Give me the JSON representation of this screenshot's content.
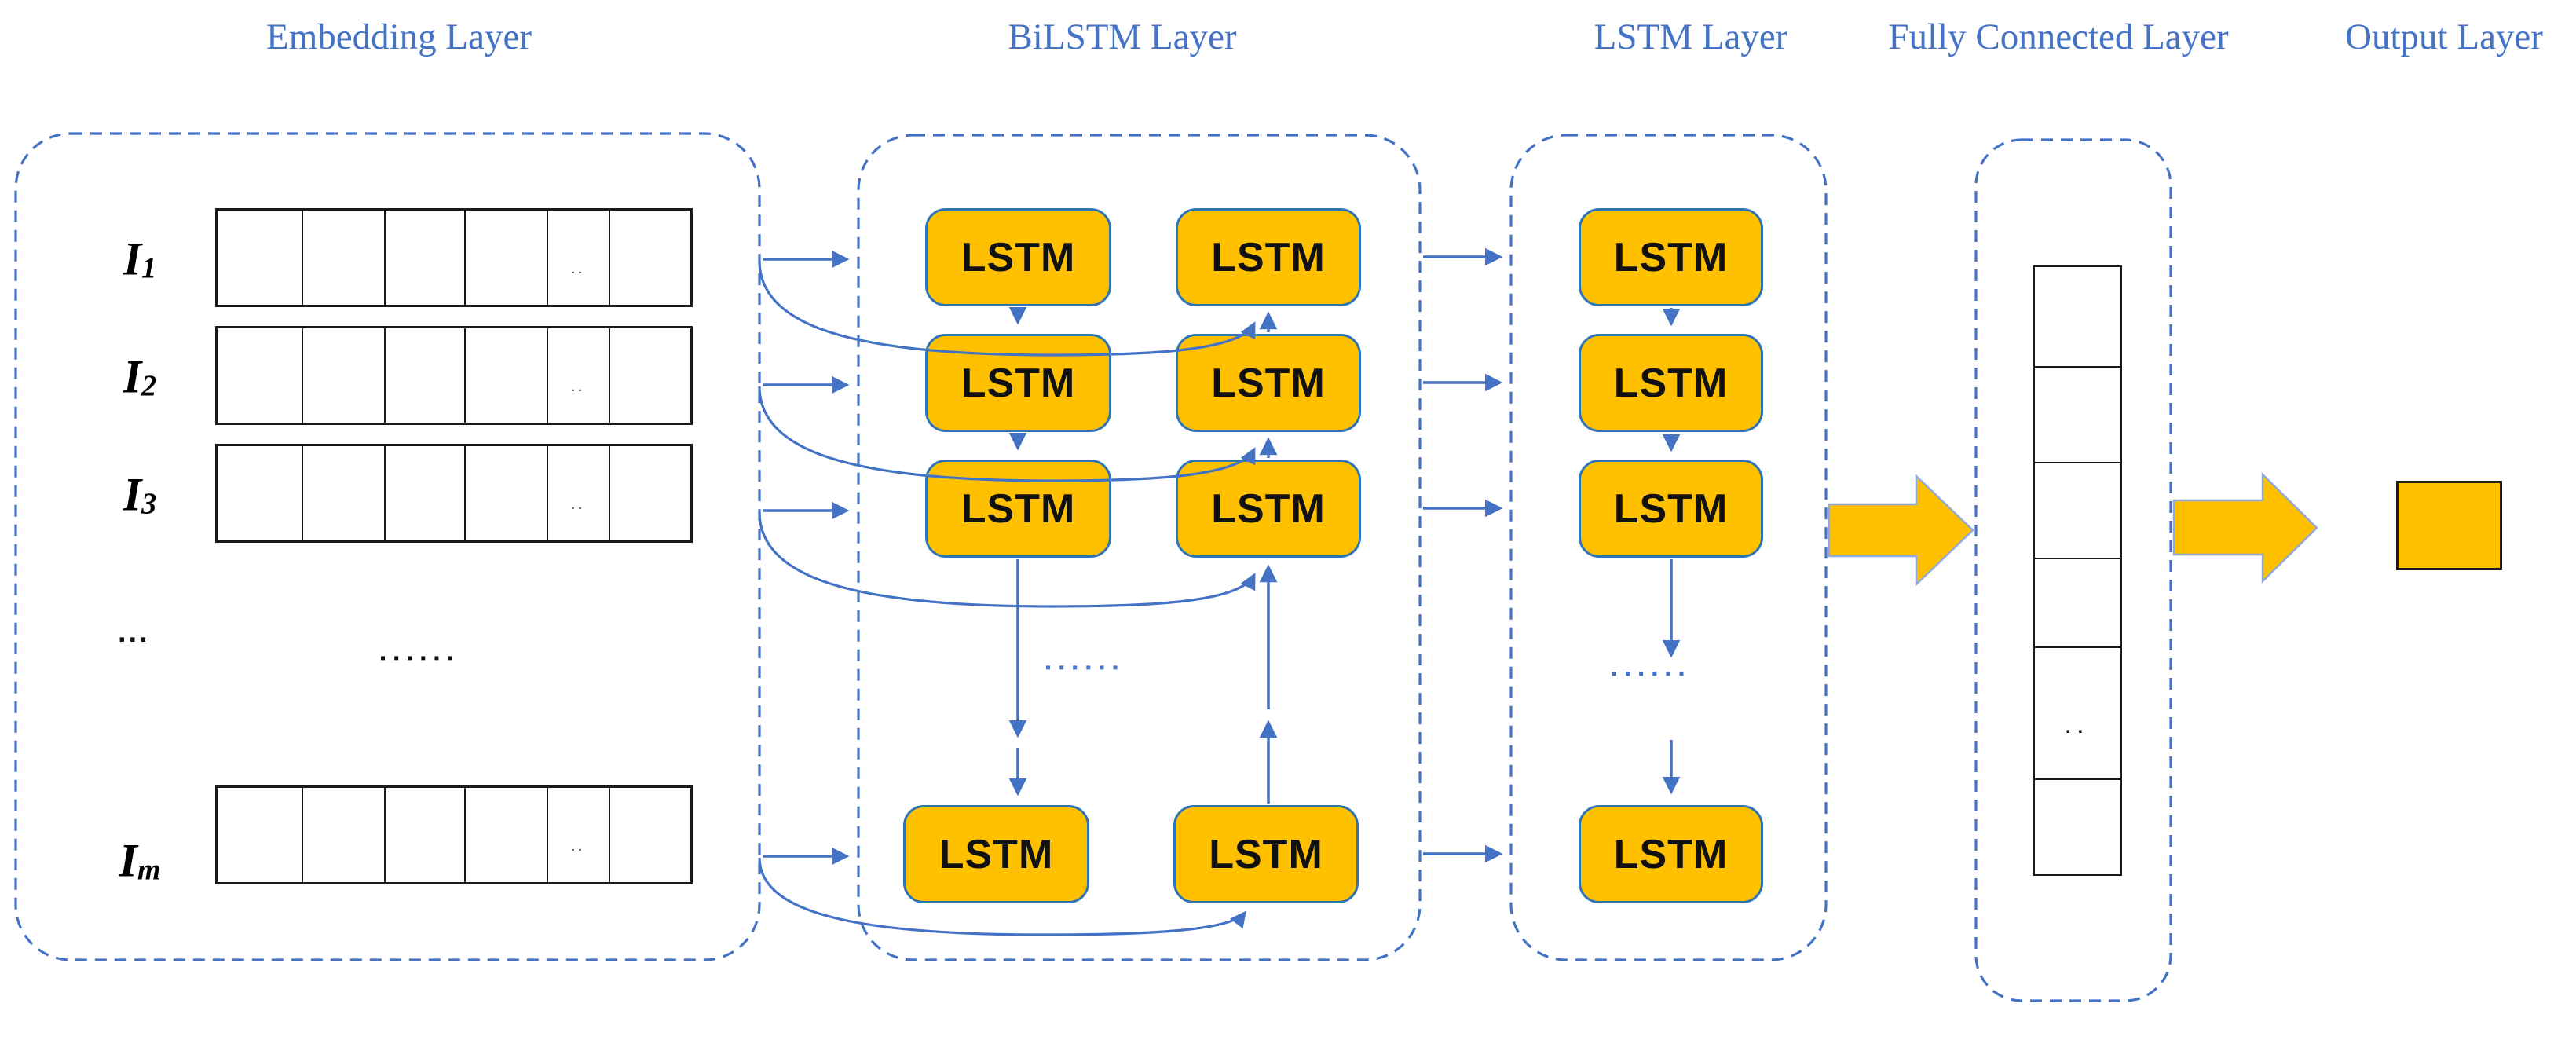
{
  "titles": {
    "embedding": "Embedding Layer",
    "bilstm": "BiLSTM Layer",
    "lstm": "LSTM Layer",
    "fully_connected": "Fully Connected Layer",
    "output": "Output Layer"
  },
  "embedding": {
    "rows": [
      {
        "base": "I",
        "sub": "1",
        "cell_dots": ".."
      },
      {
        "base": "I",
        "sub": "2",
        "cell_dots": ".."
      },
      {
        "base": "I",
        "sub": "3",
        "cell_dots": ".."
      },
      {
        "base": "I",
        "sub": "m",
        "cell_dots": ".."
      }
    ],
    "ellipsis_label": "...",
    "ellipsis_dots": "▪▪▪▪▪▪"
  },
  "bilstm": {
    "box_label": "LSTM",
    "ellipsis_dots": "▪▪▪▪▪▪"
  },
  "lstm": {
    "box_label": "LSTM",
    "ellipsis_dots": "▪▪▪▪▪▪"
  },
  "fully_connected": {
    "cell_dots": ".."
  },
  "colors": {
    "accent_blue": "#4472C4",
    "node_fill": "#FFC000",
    "node_border": "#2E75B6",
    "big_arrow_fill": "#FFC000",
    "outline_black": "#1a1a1a"
  }
}
